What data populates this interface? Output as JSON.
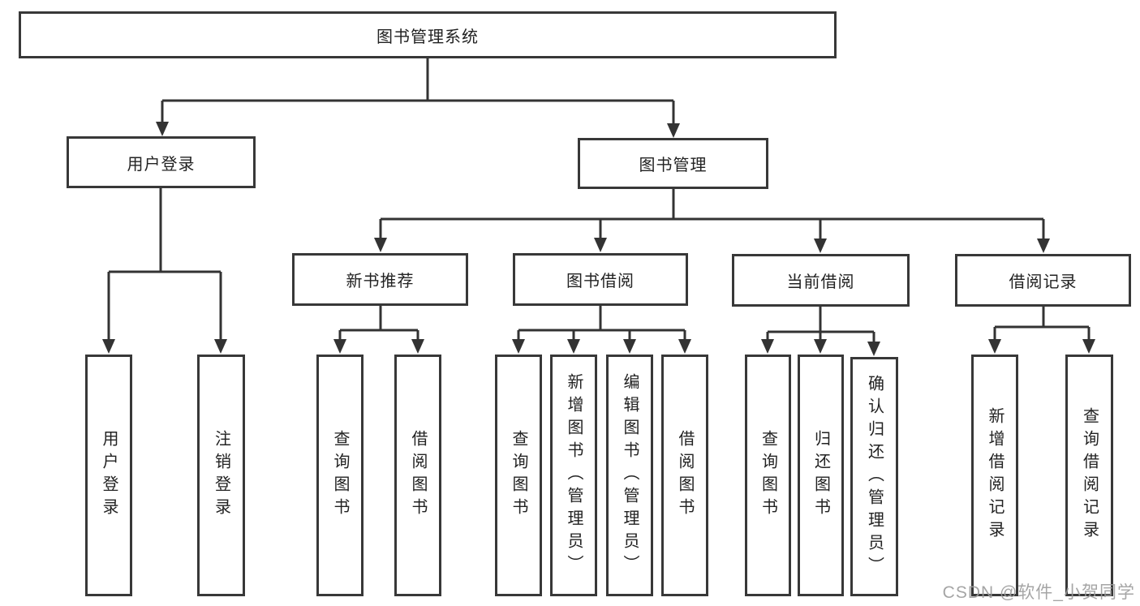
{
  "diagram": {
    "root": {
      "label": "图书管理系统"
    },
    "level2": [
      {
        "label": "用户登录"
      },
      {
        "label": "图书管理"
      }
    ],
    "level3": [
      {
        "label": "新书推荐",
        "parent": "图书管理"
      },
      {
        "label": "图书借阅",
        "parent": "图书管理"
      },
      {
        "label": "当前借阅",
        "parent": "图书管理"
      },
      {
        "label": "借阅记录",
        "parent": "图书管理"
      }
    ],
    "leaves": [
      {
        "label": "用户登录",
        "parent": "用户登录"
      },
      {
        "label": "注销登录",
        "parent": "用户登录"
      },
      {
        "label": "查询图书",
        "parent": "新书推荐"
      },
      {
        "label": "借阅图书",
        "parent": "新书推荐"
      },
      {
        "label": "查询图书",
        "parent": "图书借阅"
      },
      {
        "label": "新增图书（管理员）",
        "parent": "图书借阅"
      },
      {
        "label": "编辑图书（管理员）",
        "parent": "图书借阅"
      },
      {
        "label": "借阅图书",
        "parent": "图书借阅"
      },
      {
        "label": "查询图书",
        "parent": "当前借阅"
      },
      {
        "label": "归还图书",
        "parent": "当前借阅"
      },
      {
        "label": "确认归还（管理员）",
        "parent": "当前借阅"
      },
      {
        "label": "新增借阅记录",
        "parent": "借阅记录"
      },
      {
        "label": "查询借阅记录",
        "parent": "借阅记录"
      }
    ],
    "watermark": "CSDN @软件_小贺同学",
    "colors": {
      "line": "#333333",
      "border": "#383838",
      "text": "#222222",
      "box_background": "#ffffff",
      "page_background": "#ffffff",
      "watermark": "#9c9c9c"
    }
  }
}
